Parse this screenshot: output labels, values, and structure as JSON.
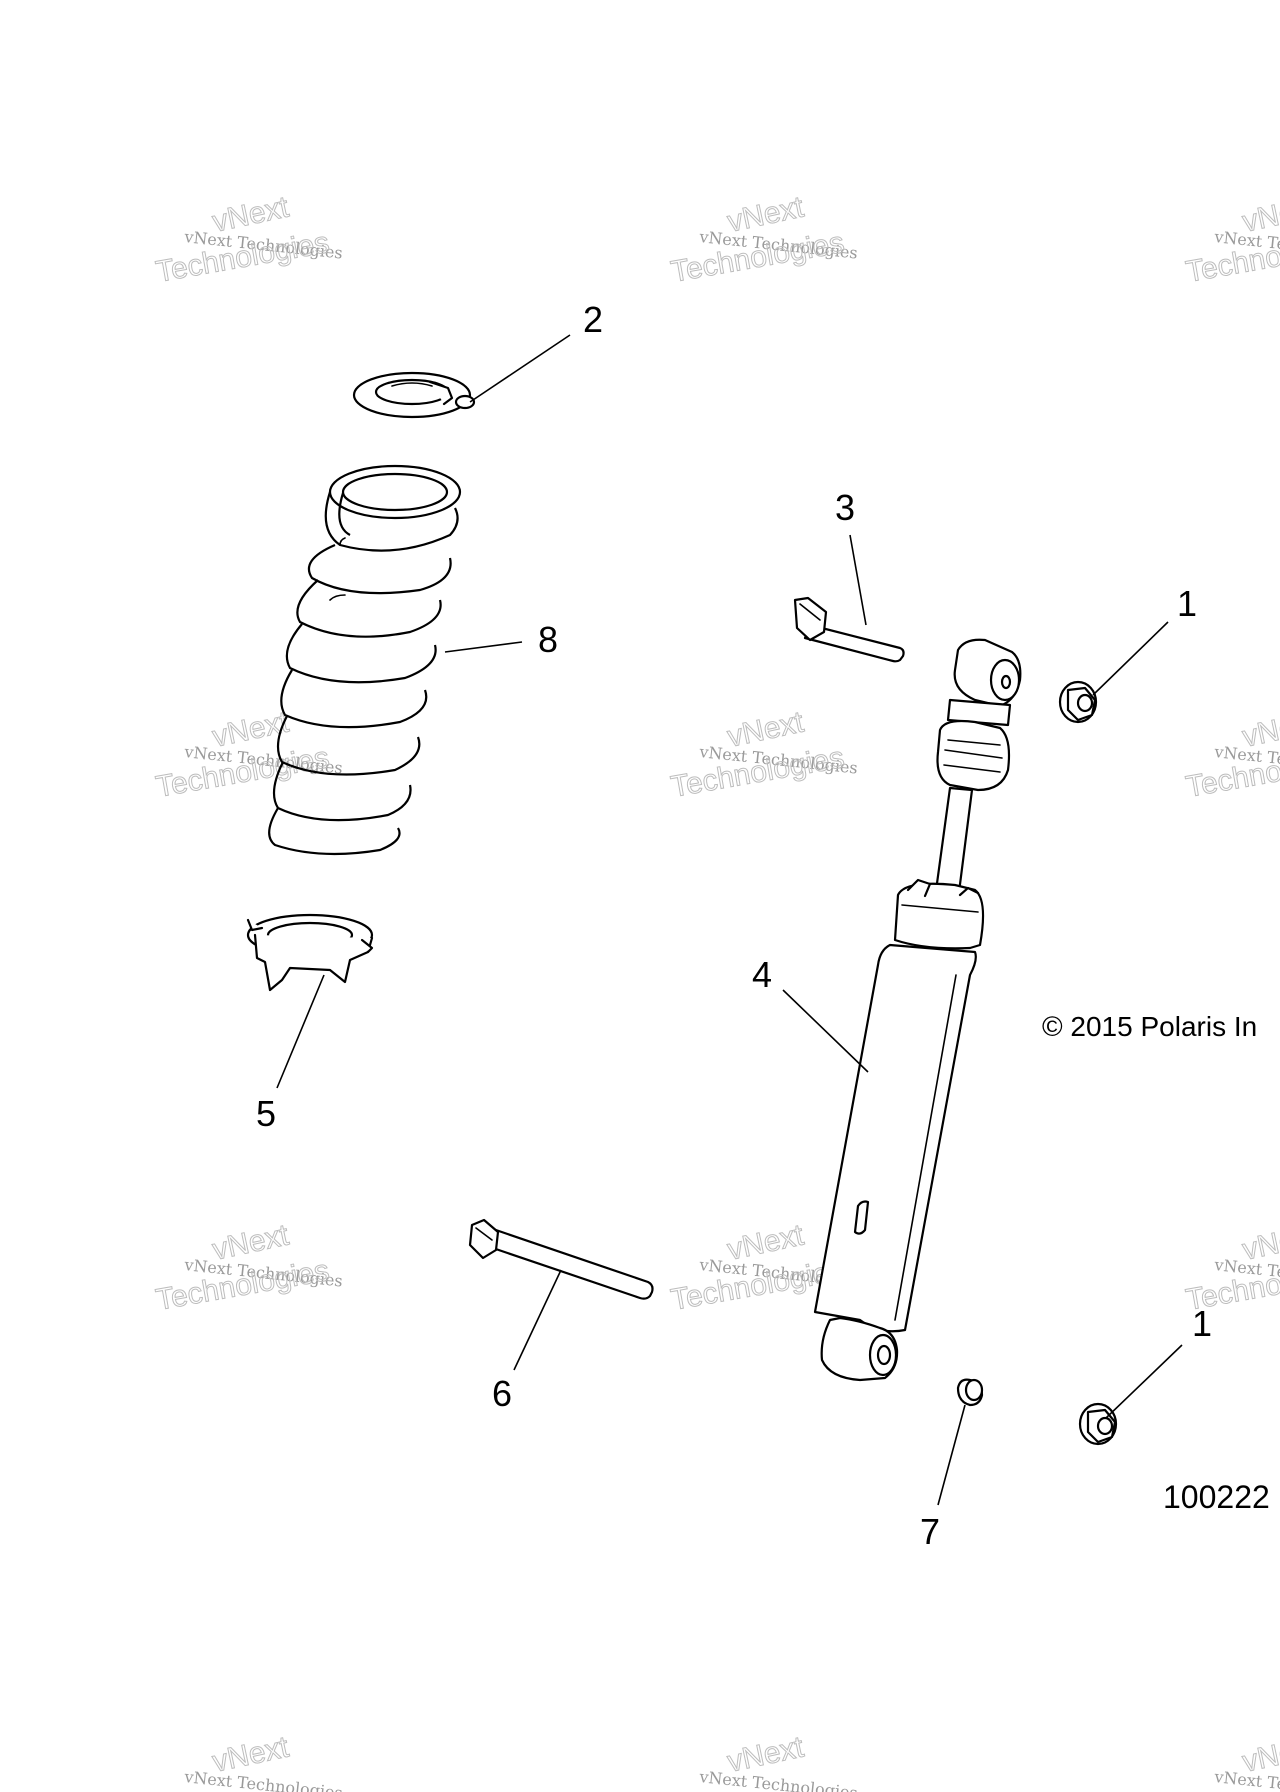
{
  "watermark": {
    "line1": "vNext Technologies",
    "line2": "Technologies",
    "logo_text": "vNext"
  },
  "callouts": [
    "2",
    "3",
    "1",
    "8",
    "4",
    "5",
    "6",
    "1",
    "7"
  ],
  "copyright": "© 2015 Polaris In",
  "figure_number": "100222"
}
